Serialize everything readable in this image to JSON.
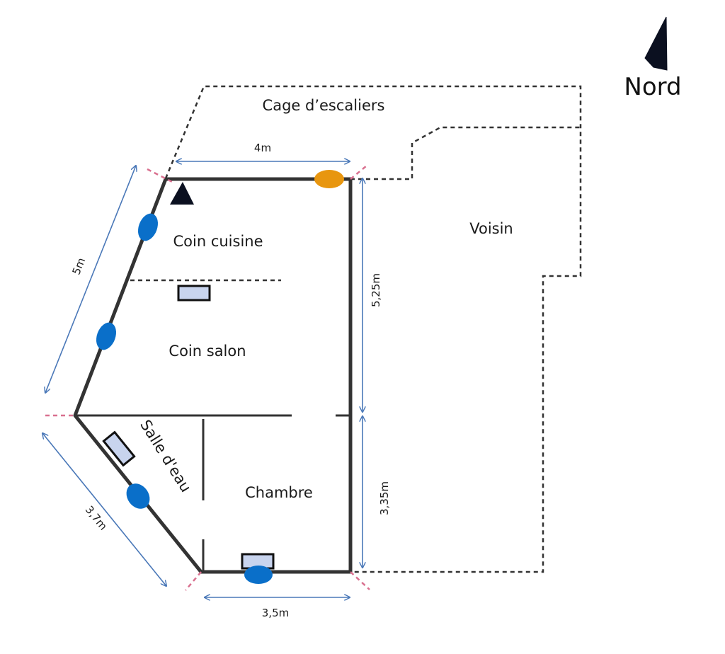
{
  "labels": {
    "stairs": "Cage d’escaliers",
    "neighbor": "Voisin",
    "north": "Nord",
    "kitchen": "Coin cuisine",
    "living": "Coin salon",
    "bathroom": "Salle d'eau",
    "bedroom": "Chambre"
  },
  "dimensions": {
    "top": "4m",
    "right_upper": "5,25m",
    "right_lower": "3,35m",
    "left_upper": "5m",
    "left_lower": "3,7m",
    "bottom": "3,5m"
  },
  "colors": {
    "wall": "#333333",
    "window": "#0a6fc9",
    "door_orange": "#e8960f",
    "radiator_fill": "#c8d4ee",
    "dimension": "#4a78b8",
    "corner_mark": "#d9708f"
  },
  "icons": {
    "window": "window-icon",
    "entrance_door": "entrance-door-icon",
    "radiator": "radiator-icon",
    "stair_marker": "stair-marker-icon",
    "north_arrow": "north-arrow-icon"
  }
}
